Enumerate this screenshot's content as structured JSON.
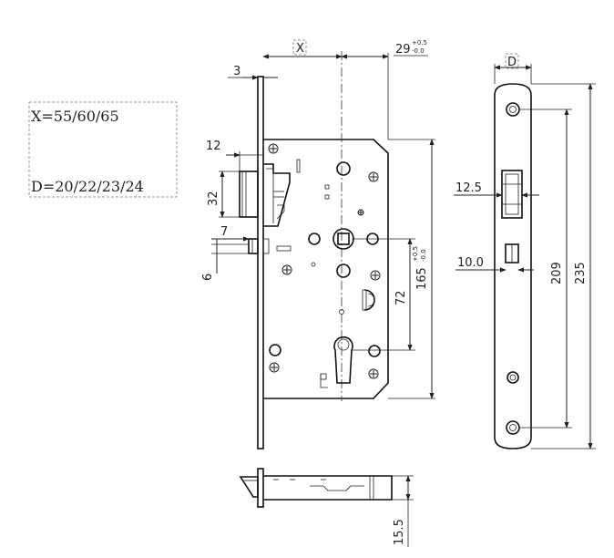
{
  "spec_box": {
    "x_values": "X=55/60/65",
    "d_values": "D=20/22/23/24"
  },
  "dimensions": {
    "backset_label": "X",
    "depth_label": "D",
    "forend_thickness": "3",
    "distance_29": "29",
    "tol_plus_05": "+0.5",
    "tol_minus_00": "-0.0",
    "latch_projection": "12",
    "latch_height": "32",
    "aux_projection": "7",
    "aux_height": "6",
    "handle_cyl_distance": "72",
    "case_height": "165",
    "faceplate_latch": "12.5",
    "faceplate_aux": "10.0",
    "screw_centers": "209",
    "faceplate_length": "235",
    "bottom_width": "15.5"
  }
}
